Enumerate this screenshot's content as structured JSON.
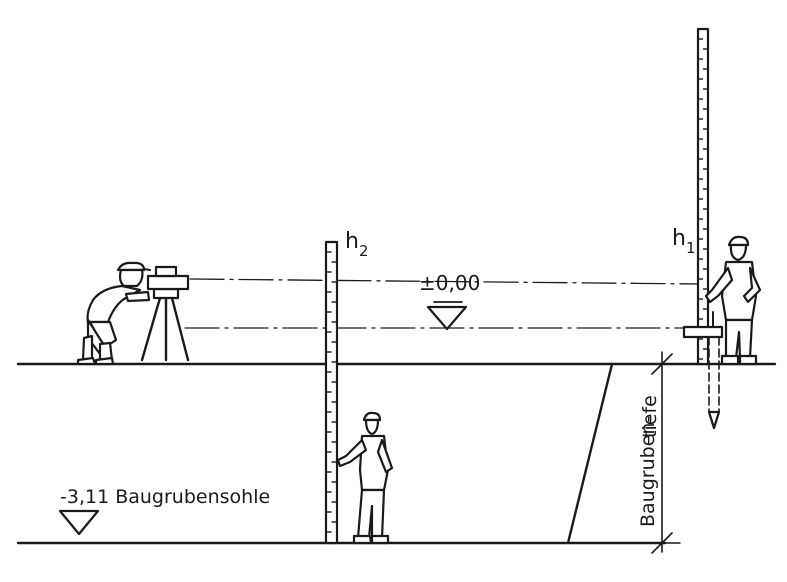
{
  "labels": {
    "h2_base": "h",
    "h2_sub": "2",
    "h1_base": "h",
    "h1_sub": "1",
    "zero_level": "±0,00",
    "pit_bottom": "-3,11 Baugrubensohle",
    "pit_depth_line1": "Baugruben-",
    "pit_depth_line2": "tiefe"
  }
}
